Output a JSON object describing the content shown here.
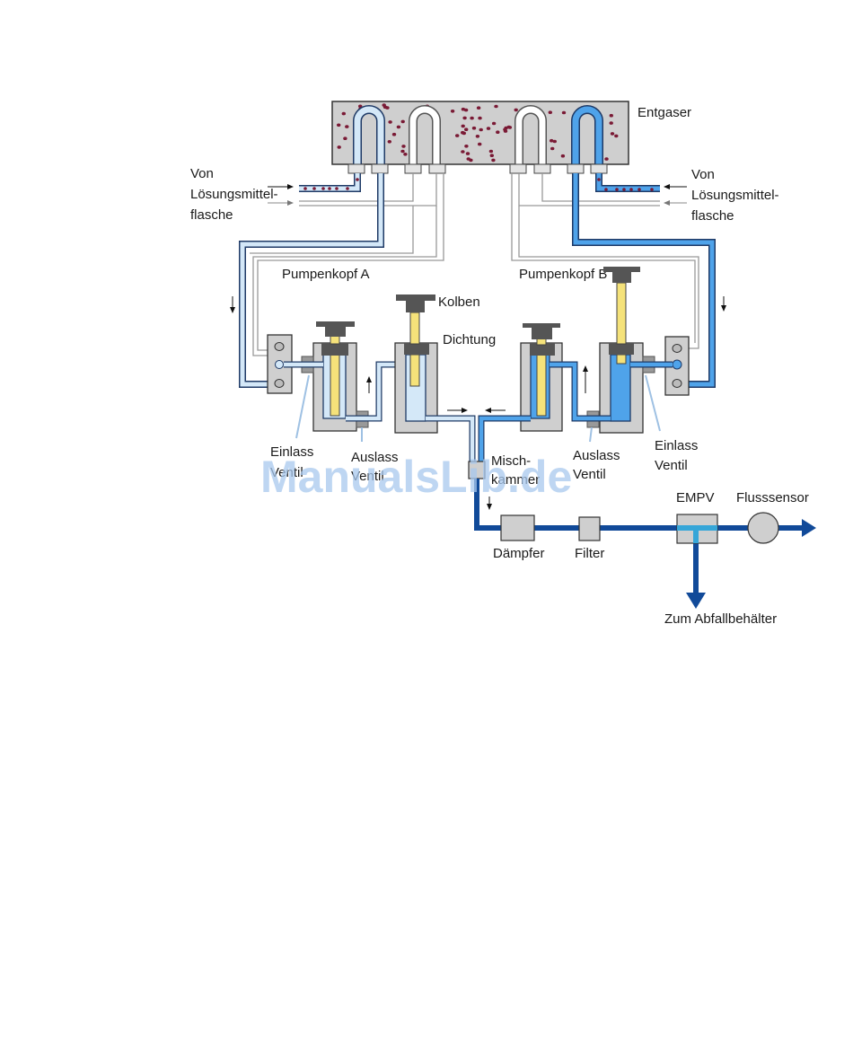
{
  "diagram": {
    "title": "Flow path of the binary pump with degasser",
    "labels": {
      "degasser": "Entgaser",
      "solvent_bottle_left": [
        "Von",
        "Lösungsmittel-",
        "flasche"
      ],
      "solvent_bottle_right": [
        "Von",
        "Lösungsmittel-",
        "flasche"
      ],
      "pump_head_a": "Pumpenkopf A",
      "pump_head_b": "Pumpenkopf B",
      "piston": "Kolben",
      "seal": "Dichtung",
      "inlet_valve_left": [
        "Einlass",
        "Ventil"
      ],
      "outlet_valve_left": [
        "Auslass",
        "Ventil"
      ],
      "mixing_chamber": [
        "Misch-",
        "kammer"
      ],
      "outlet_valve_right": [
        "Auslass",
        "Ventil"
      ],
      "inlet_valve_right": [
        "Einlass",
        "Ventil"
      ],
      "damper": "Dämpfer",
      "filter": "Filter",
      "empv": "EMPV",
      "flow_sensor": "Flusssensor",
      "waste": "Zum Abfallbehälter"
    },
    "watermark": "ManualsLib.de",
    "colors": {
      "solvent_a": "#d4e8f8",
      "solvent_b": "#4fa3ea",
      "mixed": "#114a99",
      "tube_outline": "#1f3a66",
      "housing": "#c8c8c8",
      "piston_head": "#555555",
      "piston_rod": "#f5e27a",
      "bubble": "#7a1a35"
    }
  }
}
